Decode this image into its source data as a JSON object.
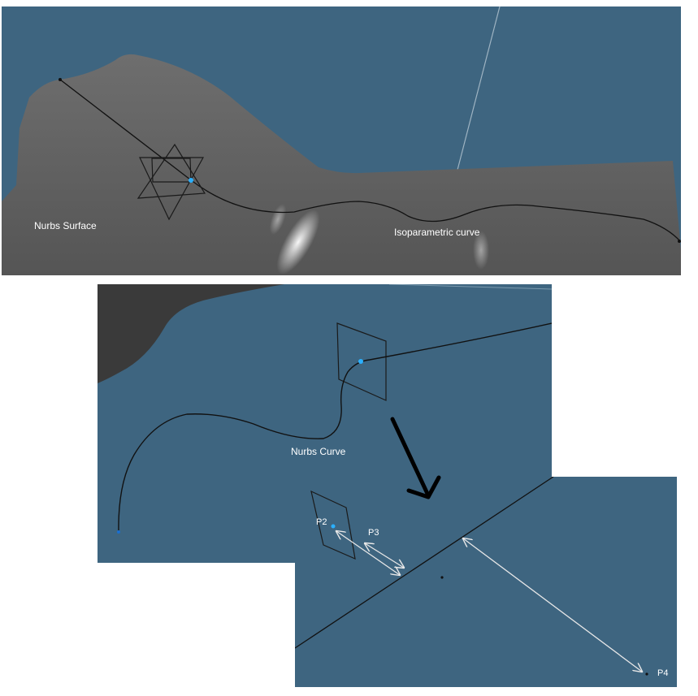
{
  "colors": {
    "viewport_bg": "#3e6580",
    "surface_light": "#7a7a7a",
    "surface_dark": "#4a4a4a",
    "curve": "#111111",
    "highlight_point": "#2ab0ff",
    "arrow_white": "#e8e8e8",
    "direction_arrow": "#000000"
  },
  "top_view": {
    "surface_label": "Nurbs Surface",
    "curve_label": "Isoparametric curve"
  },
  "bottom_view": {
    "curve_label": "Nurbs Curve",
    "points": {
      "p2": "P2",
      "p3": "P3",
      "p4": "P4"
    }
  },
  "icons": {
    "star_gizmo": "star-of-david-gizmo-icon",
    "plane_gizmo": "tangent-plane-icon",
    "direction_arrow": "down-right-arrow-icon"
  }
}
